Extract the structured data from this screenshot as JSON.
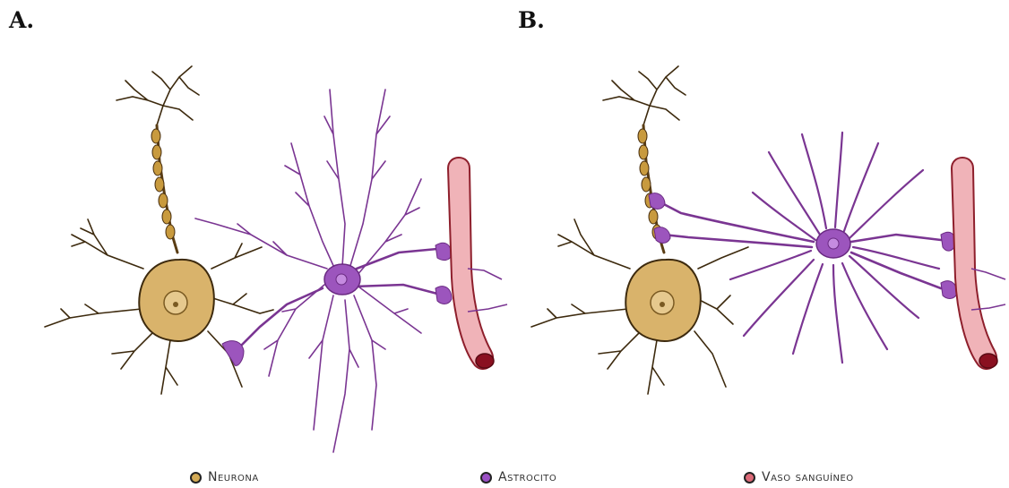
{
  "panels": {
    "a": "A.",
    "b": "B."
  },
  "legend": [
    {
      "label": "Neurona",
      "color": "#d3aa55"
    },
    {
      "label": "Astrocito",
      "color": "#9a4fc4"
    },
    {
      "label": "Vaso sanguíneo",
      "color": "#dc6a78"
    }
  ],
  "colors": {
    "neuron_fill": "#d9b36b",
    "neuron_line": "#3d2a0e",
    "astro_line": "#7a3592",
    "astro_fill": "#9c55bd",
    "vessel_fill": "#f0b3b8",
    "vessel_line": "#8e1f2c",
    "vessel_end": "#8a1020"
  }
}
